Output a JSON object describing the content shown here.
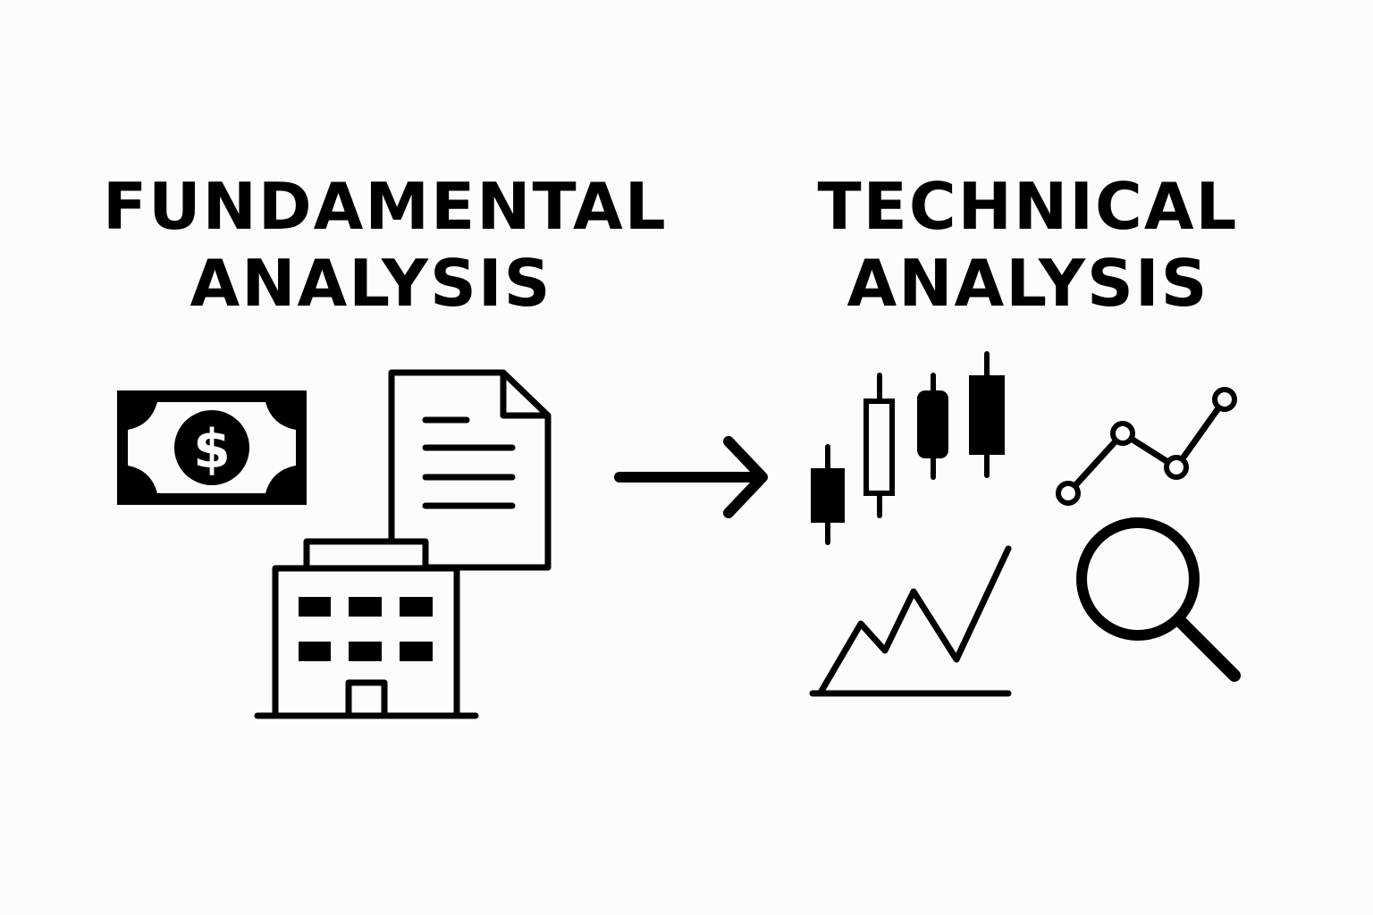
{
  "headings": {
    "fundamental": {
      "line1": "FUNDAMENTAL",
      "line2": "ANALYSIS"
    },
    "technical": {
      "line1": "TECHNICAL",
      "line2": "ANALYSIS"
    }
  },
  "icons": {
    "fundamental": [
      "dollar-bill-icon",
      "document-icon",
      "building-icon"
    ],
    "flow": "arrow-right-icon",
    "technical": [
      "candlestick-icon",
      "line-chart-icon",
      "area-chart-icon",
      "magnifier-icon"
    ]
  },
  "colors": {
    "background": "#fcfcfc",
    "ink": "#000000"
  }
}
